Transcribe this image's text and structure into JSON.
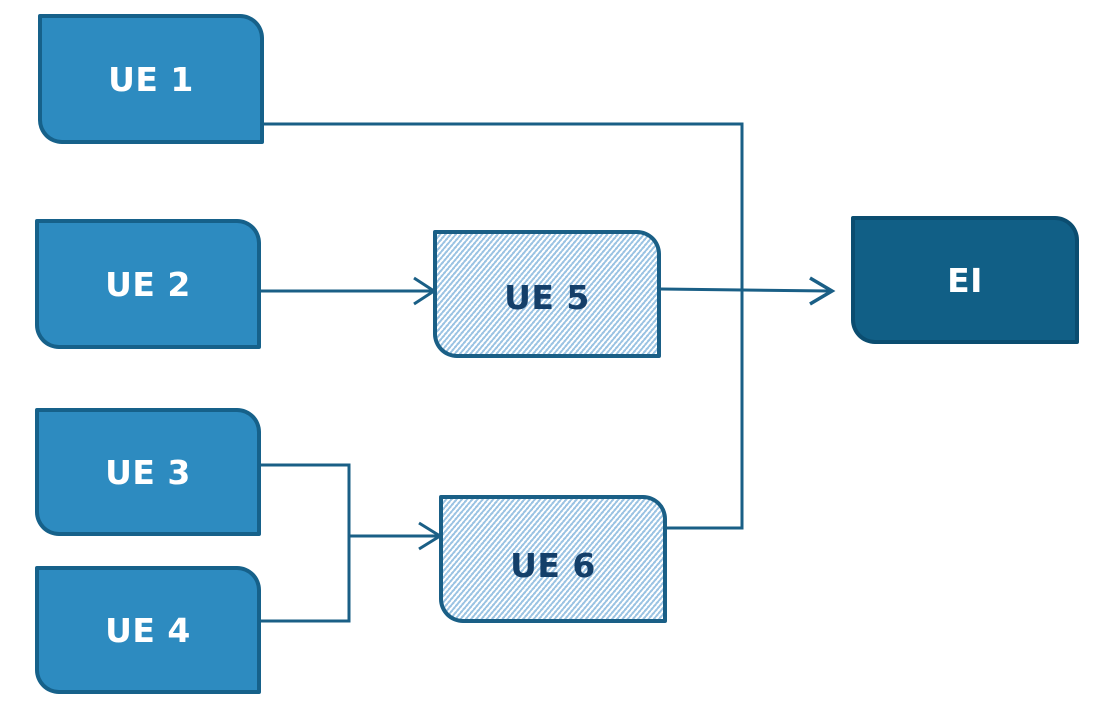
{
  "diagram": {
    "nodes": [
      {
        "id": "ue1",
        "label": "UE 1"
      },
      {
        "id": "ue2",
        "label": "UE 2"
      },
      {
        "id": "ue3",
        "label": "UE 3"
      },
      {
        "id": "ue4",
        "label": "UE 4"
      },
      {
        "id": "ue5",
        "label": "UE 5"
      },
      {
        "id": "ue6",
        "label": "UE 6"
      },
      {
        "id": "ei",
        "label": "EI"
      }
    ],
    "edges": [
      {
        "from": "ue1",
        "to": "ei"
      },
      {
        "from": "ue2",
        "to": "ue5"
      },
      {
        "from": "ue5",
        "to": "ei"
      },
      {
        "from": "ue3",
        "to": "ue6"
      },
      {
        "from": "ue4",
        "to": "ue6"
      },
      {
        "from": "ue6",
        "to": "ei"
      }
    ],
    "colors": {
      "ue_fill": "#2d8bc0",
      "ue_border": "#16618a",
      "intermediate_hatch": "#9cc4e3",
      "intermediate_text": "#143f69",
      "final_fill": "#115f86",
      "connector": "#1a5f86"
    }
  }
}
